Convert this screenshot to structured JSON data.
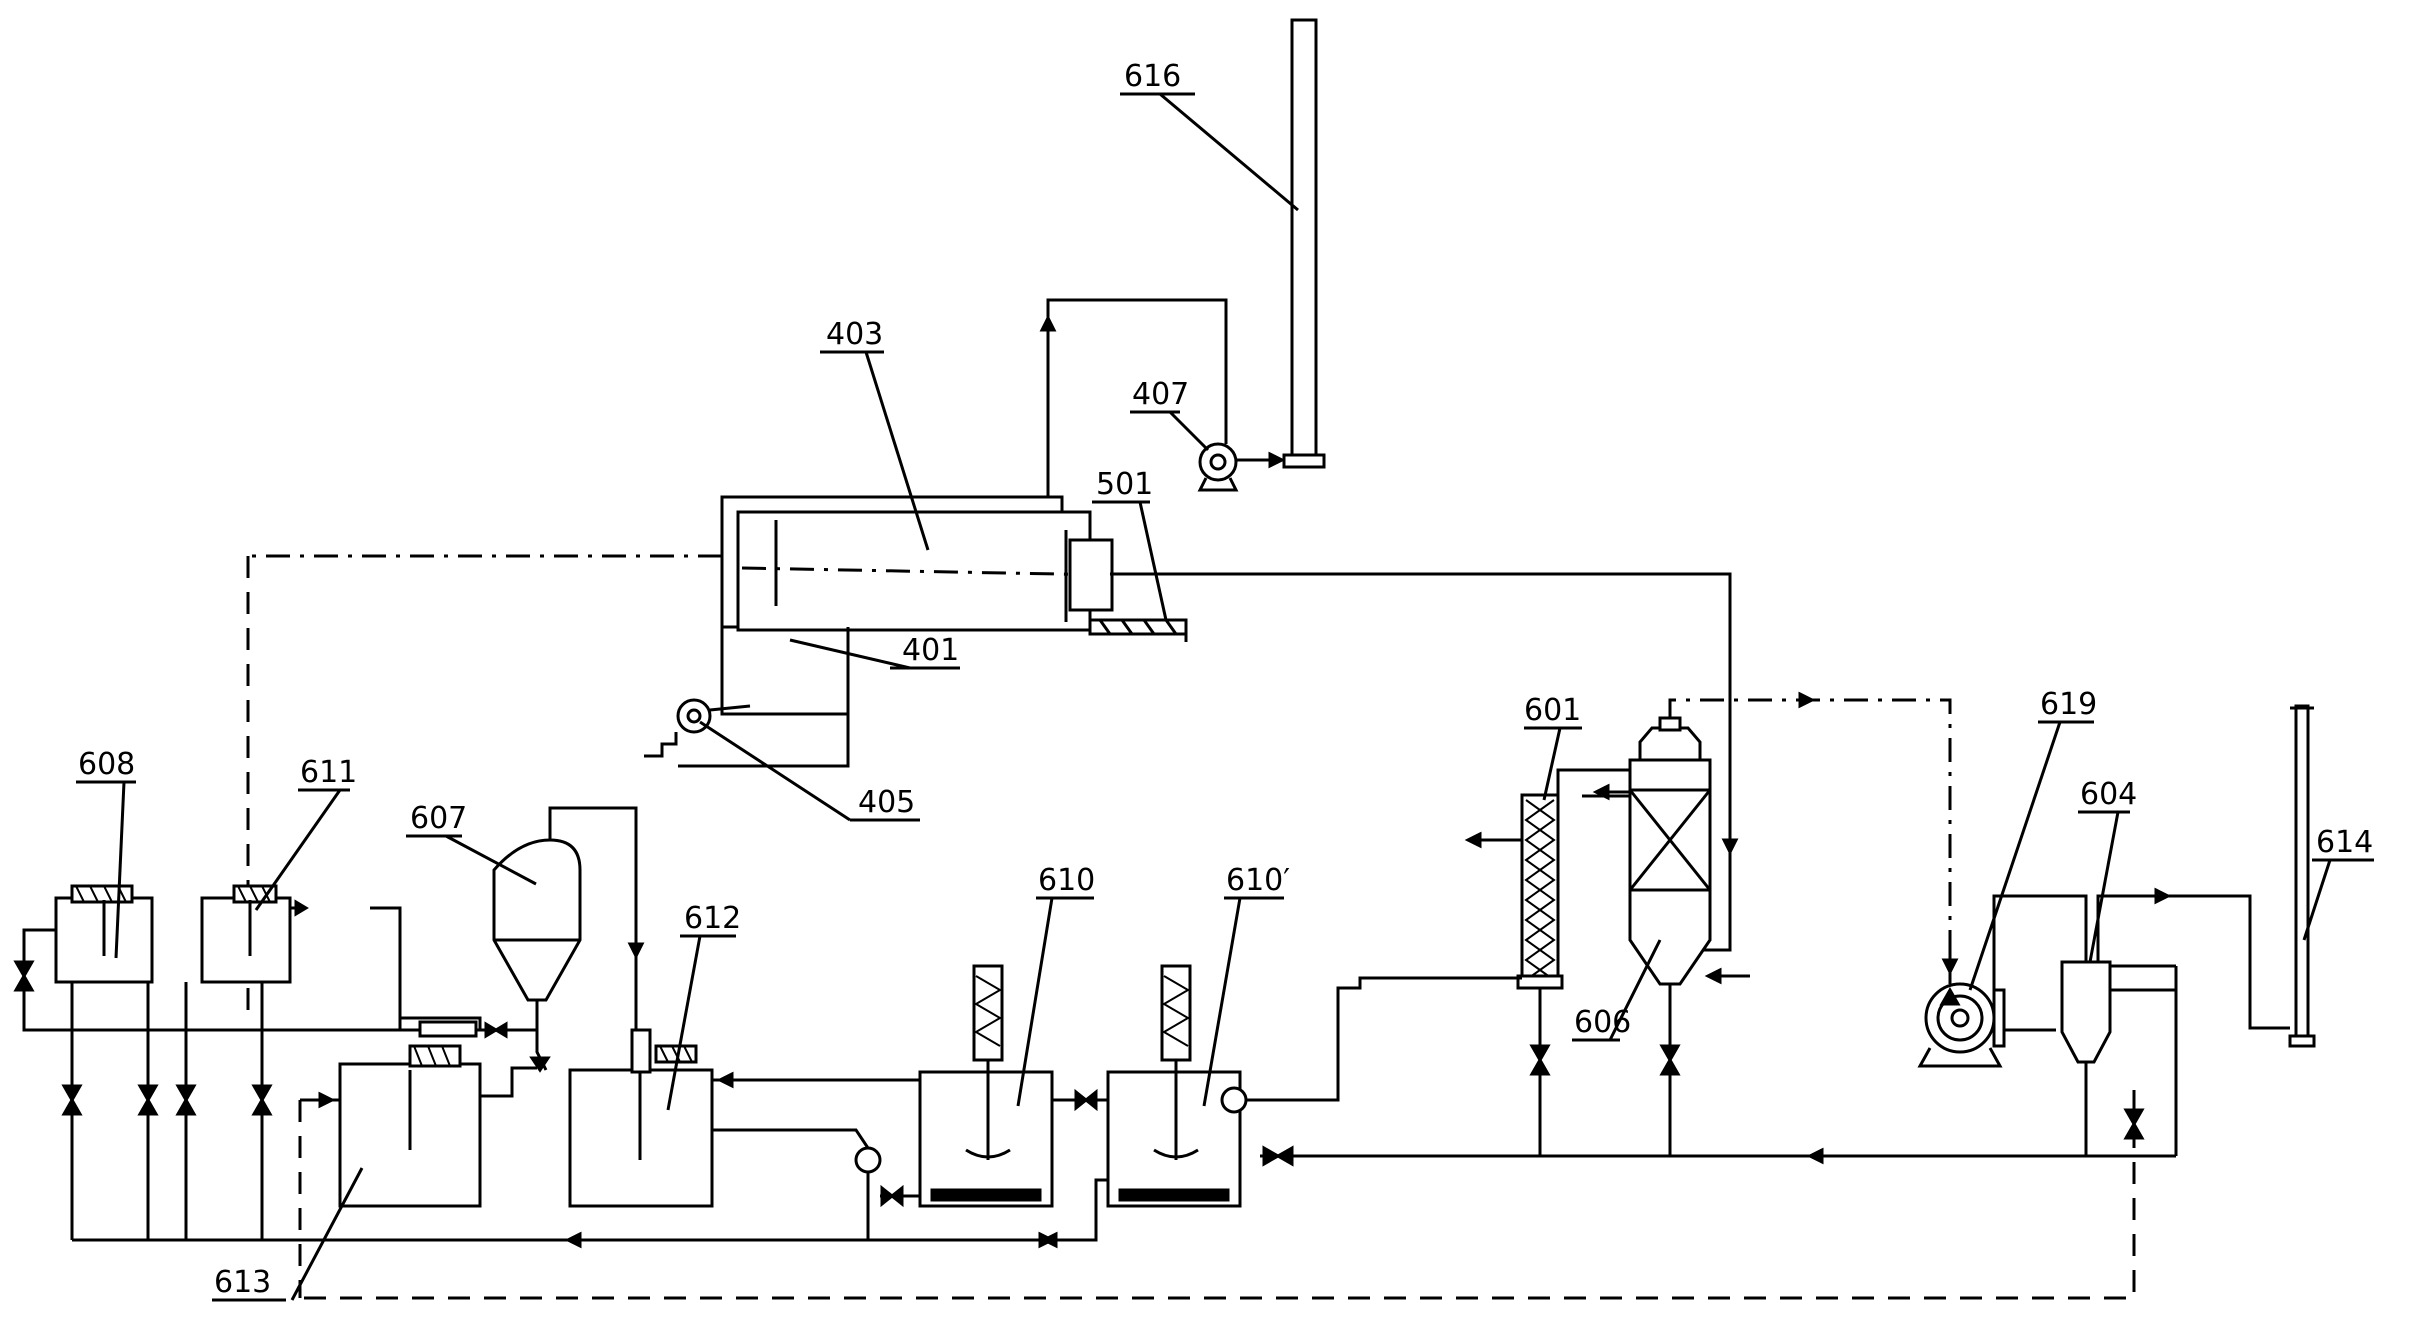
{
  "labels": {
    "l616": "616",
    "l403": "403",
    "l407": "407",
    "l501": "501",
    "l401": "401",
    "l405": "405",
    "l601": "601",
    "l619": "619",
    "l604": "604",
    "l614": "614",
    "l608": "608",
    "l611": "611",
    "l607": "607",
    "l612": "612",
    "l610": "610",
    "l610b": "610′",
    "l606": "606",
    "l613": "613"
  }
}
